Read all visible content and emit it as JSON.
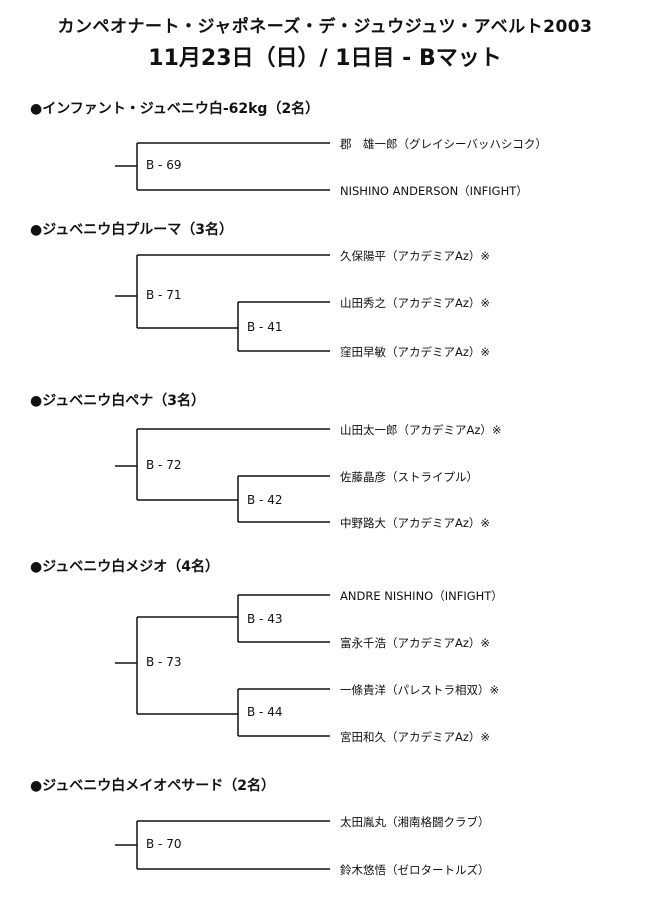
{
  "header": {
    "title": "カンペオナート・ジャポネーズ・デ・ジュウジュツ・アベルト2003",
    "subtitle": "11月23日（日）/ 1日目 - Bマット"
  },
  "divisions": [
    {
      "name": "●インファント・ジュベニウ白-62kg（2名）",
      "bouts": [
        "B - 69"
      ],
      "competitors": [
        "郡　雄一郎（グレイシーバッハシコク）",
        "NISHINO ANDERSON（INFIGHT）"
      ]
    },
    {
      "name": "●ジュベニウ白プルーマ（3名）",
      "bouts": [
        "B - 71",
        "B - 41"
      ],
      "competitors": [
        "久保陽平（アカデミアAz）※",
        "山田秀之（アカデミアAz）※",
        "窪田早敏（アカデミアAz）※"
      ]
    },
    {
      "name": "●ジュベニウ白ペナ（3名）",
      "bouts": [
        "B - 72",
        "B - 42"
      ],
      "competitors": [
        "山田太一郎（アカデミアAz）※",
        "佐藤晶彦（ストライプル）",
        "中野路大（アカデミアAz）※"
      ]
    },
    {
      "name": "●ジュベニウ白メジオ（4名）",
      "bouts": [
        "B - 73",
        "B - 43",
        "B - 44"
      ],
      "competitors": [
        "ANDRE NISHINO（INFIGHT）",
        "富永千浩（アカデミアAz）※",
        "一條貴洋（パレストラ相双）※",
        "宮田和久（アカデミアAz）※"
      ]
    },
    {
      "name": "●ジュベニウ白メイオペサード（2名）",
      "bouts": [
        "B - 70"
      ],
      "competitors": [
        "太田胤丸（湘南格闘クラブ）",
        "鈴木悠悟（ゼロタートルズ）"
      ]
    }
  ]
}
